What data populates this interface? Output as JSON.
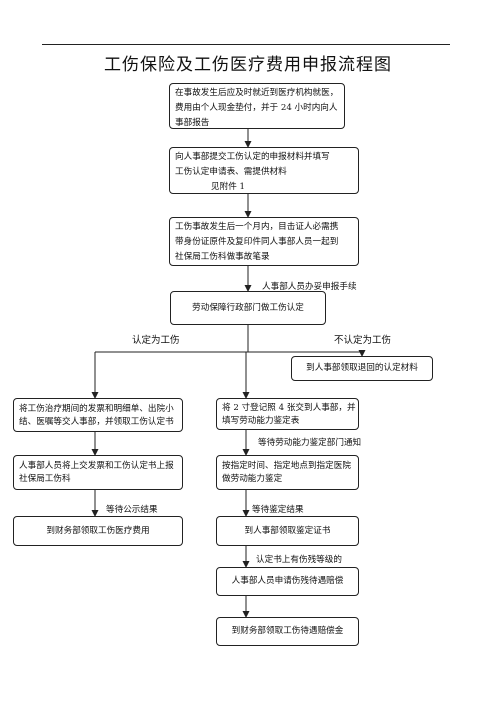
{
  "title": "工伤保险及工伤医疗费用申报流程图",
  "boxes": {
    "b1": [
      "在事故发生后应及时就近到医疗机构就医，",
      "费用由个人现金垫付，并于 24 小时内向人",
      "事部报告"
    ],
    "b2": [
      "向人事部提交工伤认定的申报材料并填写",
      "工伤认定申请表、需提供材料",
      "见附件 1"
    ],
    "b3": [
      "工伤事故发生后一个月内，目击证人必需携",
      "带身份证原件及复印件同人事部人员一起到",
      "社保局工伤科做事故笔录"
    ],
    "b4": "劳动保障行政部门做工伤认定",
    "b5": "到人事部领取退回的认定材料",
    "b6": [
      "将工伤治疗期间的发票和明细单、出院小",
      "结、医嘱等交人事部，并领取工伤认定书"
    ],
    "b7": [
      "将 2 寸登记照 4 张交到人事部，并",
      "填写劳动能力鉴定表"
    ],
    "b8": [
      "人事部人员将上交发票和工伤认定书上报",
      "社保局工伤科"
    ],
    "b9": [
      "按指定时间、指定地点到指定医院",
      "做劳动能力鉴定"
    ],
    "b10": "到财务部领取工伤医疗费用",
    "b11": "到人事部领取鉴定证书",
    "b12": "人事部人员申请伤残待遇赔偿",
    "b13": "到财务部领取工伤待遇赔偿金"
  },
  "labels": {
    "l1": "人事部人员办妥申报手续",
    "l2": "认定为工伤",
    "l3": "不认定为工伤",
    "l4": "等待劳动能力鉴定部门通知",
    "l5": "等待公示结果",
    "l6": "等待鉴定结果",
    "l7": "认定书上有伤残等级的"
  }
}
